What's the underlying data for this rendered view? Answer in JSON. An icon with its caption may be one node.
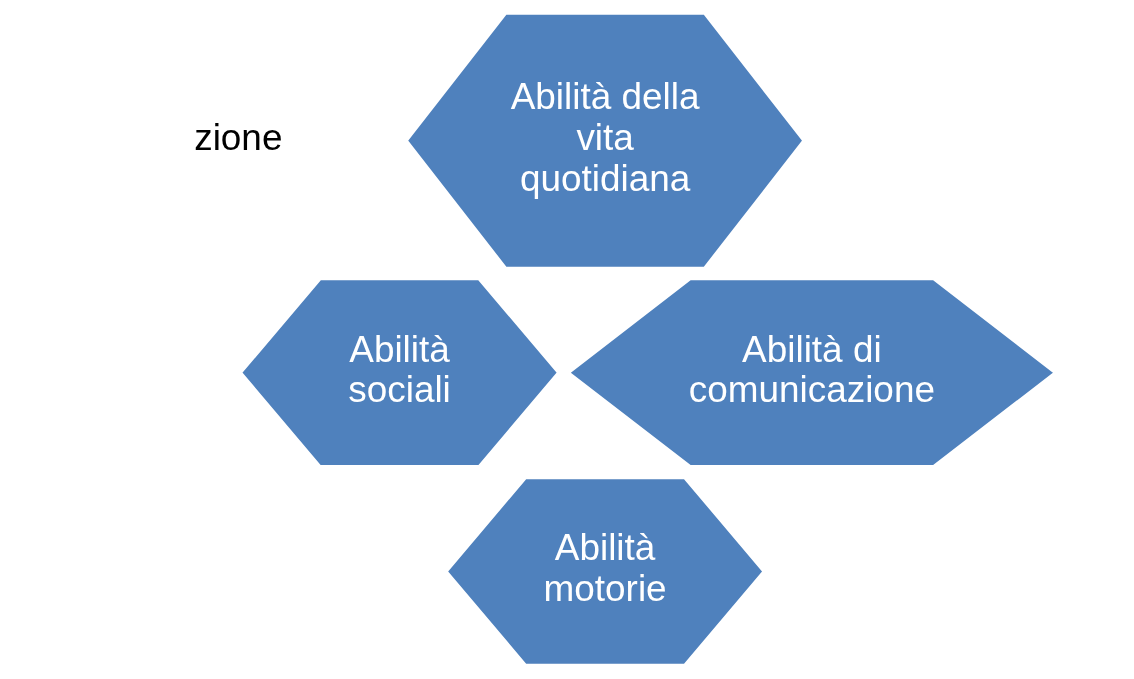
{
  "diagram": {
    "nodes": [
      {
        "text": [
          "Abilità della vita quotidiana"
        ]
      },
      {
        "text": [
          "Abilità sociali"
        ]
      },
      {
        "text": [
          "Abilità di comunicazione"
        ]
      },
      {
        "text": [
          "Abilità motorie"
        ]
      }
    ],
    "labels": [
      "zione"
    ]
  }
}
